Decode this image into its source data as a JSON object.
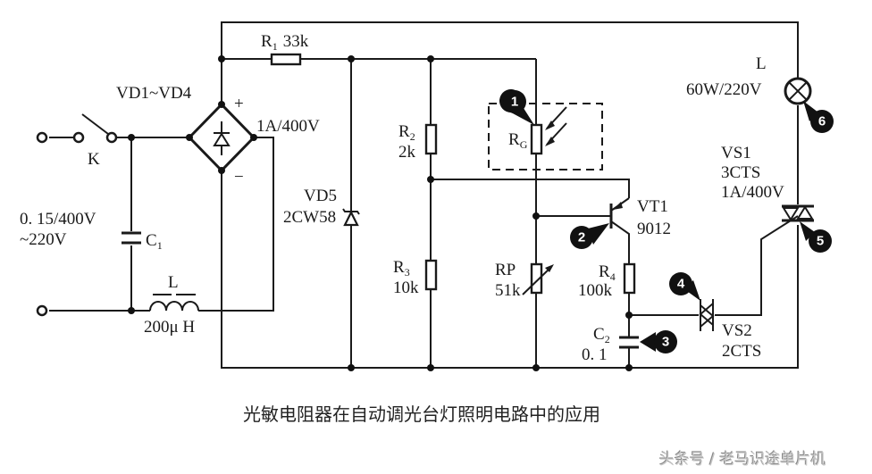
{
  "diagram": {
    "title": "光敏电阻器在自动调光台灯照明电路中的应用",
    "watermark": "头条号 / 老马识途单片机",
    "components": {
      "switch": {
        "ref": "K"
      },
      "capacitor_c1": {
        "ref": "C",
        "sub": "1",
        "value_line1": "0. 15/400V",
        "value_line2": "~220V"
      },
      "inductor": {
        "ref": "L",
        "value": "200μ H"
      },
      "bridge": {
        "ref": "VD1~VD4",
        "rating": "1A/400V",
        "plus": "+",
        "minus": "−"
      },
      "r1": {
        "ref": "R",
        "sub": "1",
        "value": "33k"
      },
      "zener": {
        "ref": "VD5",
        "value": "2CW58"
      },
      "r2": {
        "ref": "R",
        "sub": "2",
        "value": "2k"
      },
      "r3": {
        "ref": "R",
        "sub": "3",
        "value": "10k"
      },
      "photoresistor": {
        "ref": "R",
        "sub": "G"
      },
      "rp": {
        "ref": "RP",
        "value": "51k"
      },
      "transistor": {
        "ref": "VT1",
        "value": "9012"
      },
      "r4": {
        "ref": "R",
        "sub": "4",
        "value": "100k"
      },
      "c2": {
        "ref": "C",
        "sub": "2",
        "value": "0. 1"
      },
      "vs2": {
        "ref": "VS2",
        "value": "2CTS"
      },
      "vs1": {
        "ref": "VS1",
        "value": "3CTS",
        "rating": "1A/400V"
      },
      "lamp": {
        "ref": "L",
        "rating": "60W/220V"
      }
    },
    "markers": [
      "1",
      "2",
      "3",
      "4",
      "5",
      "6"
    ]
  }
}
